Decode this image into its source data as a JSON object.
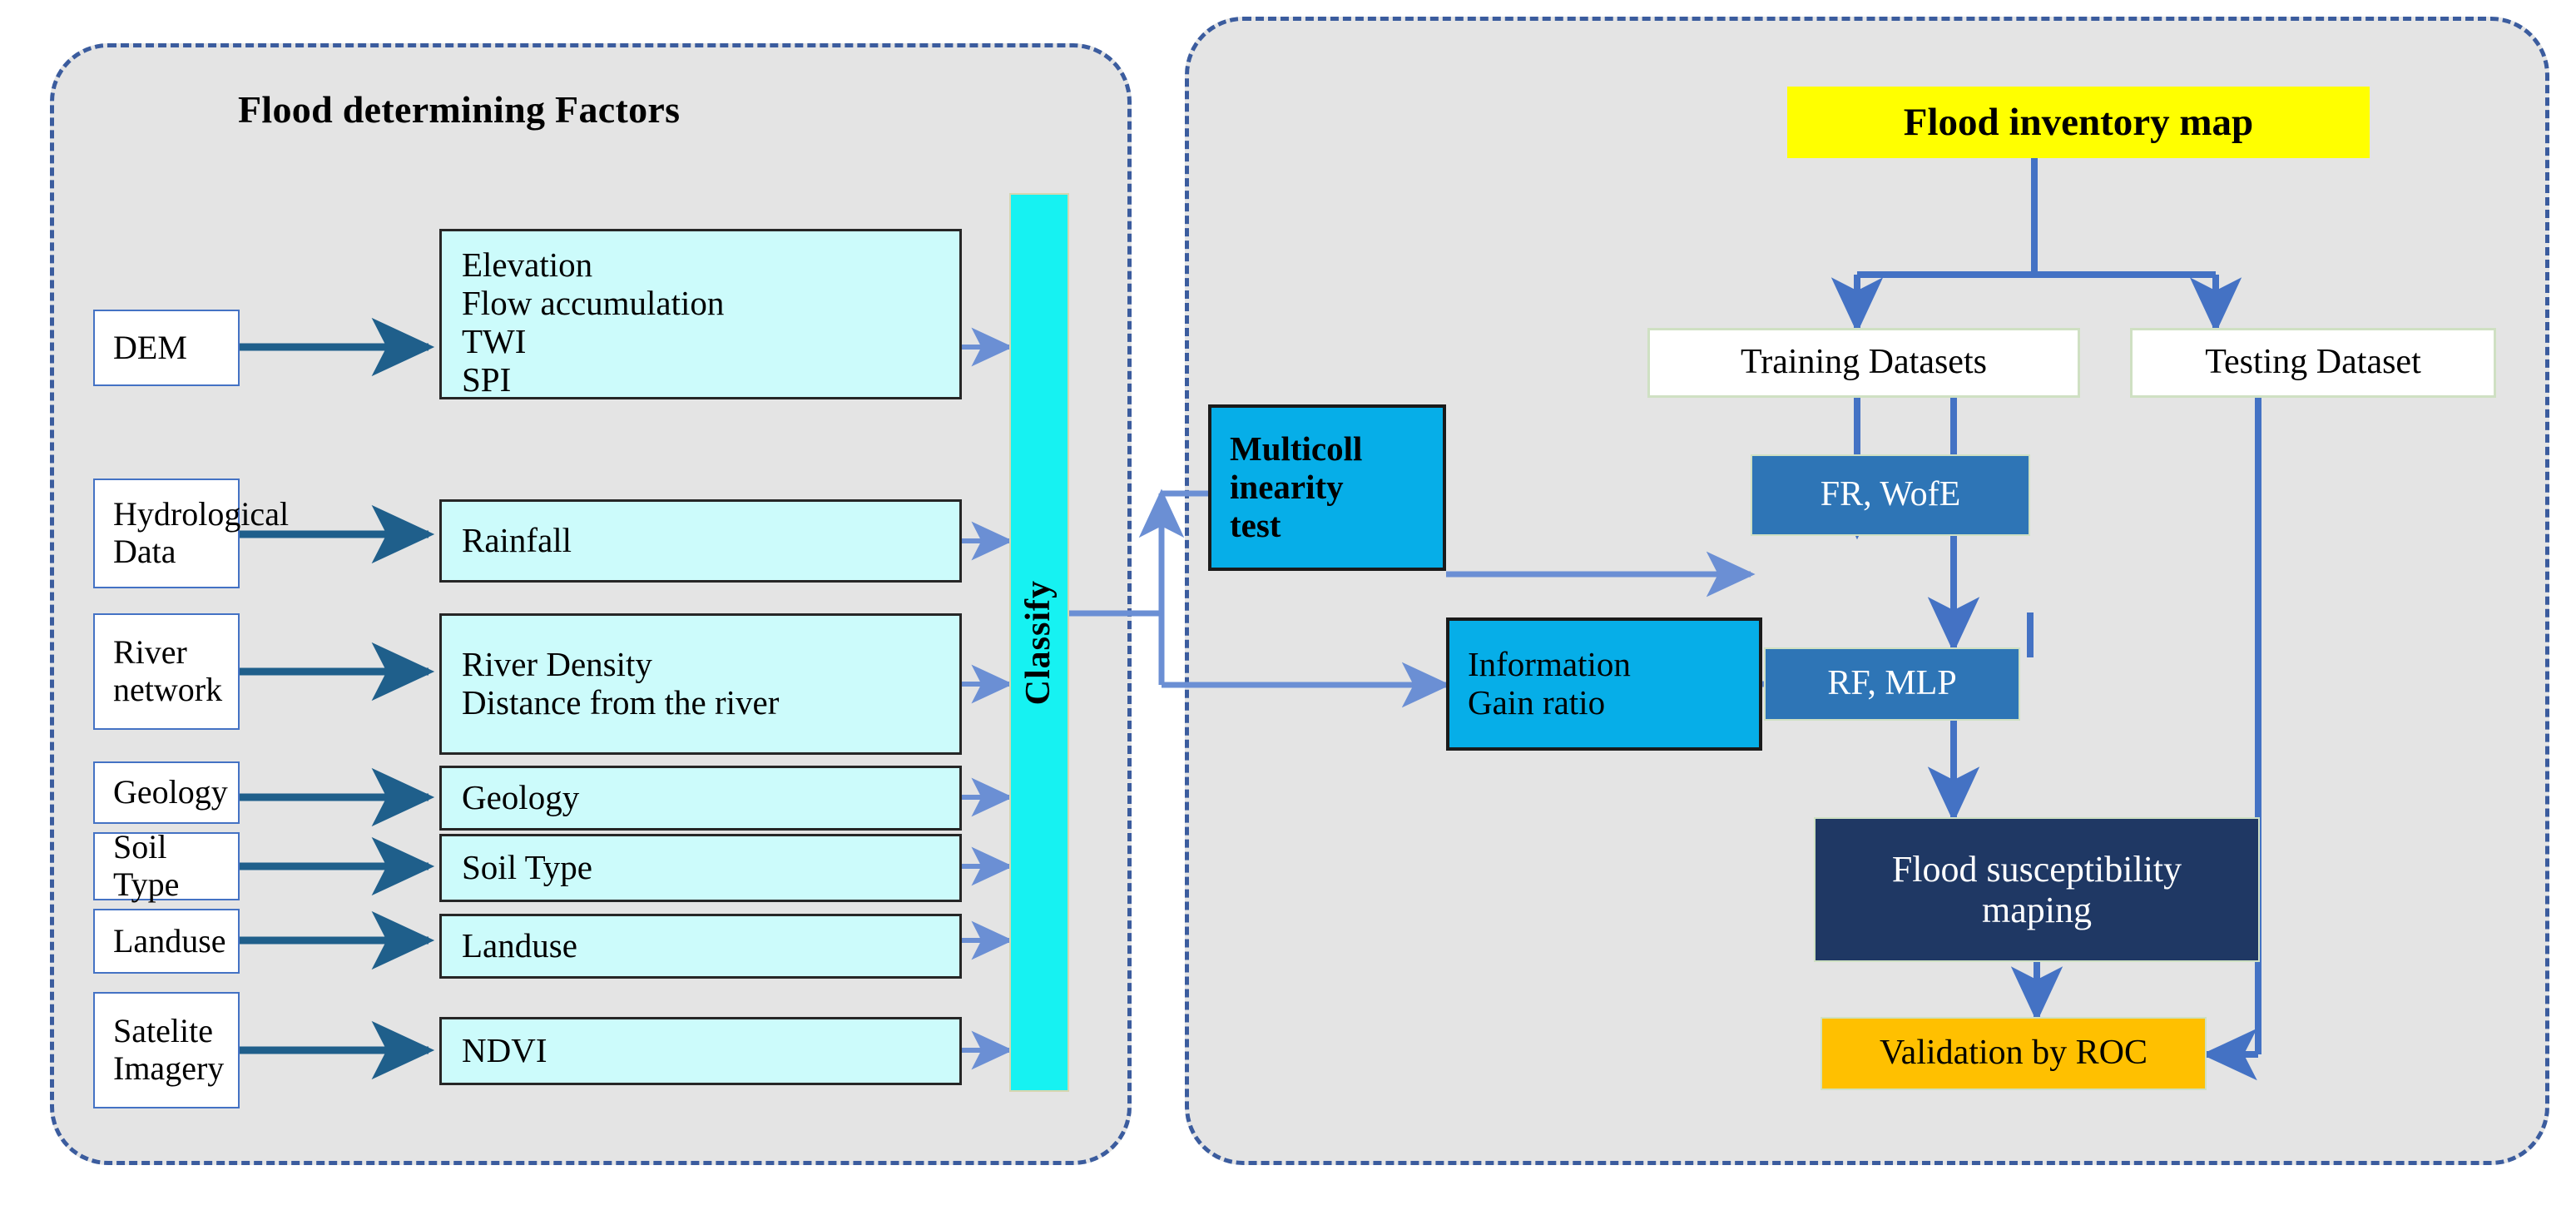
{
  "colors": {
    "panel_fill": "#e4e4e4",
    "panel_border": "#3b5c9e",
    "source_border": "#4472c4",
    "factor_fill": "#ccfbfb",
    "classify_fill": "#16f2f2",
    "inventory_fill": "#ffff00",
    "process_fill": "#06aee8",
    "model_fill": "#2e75b6",
    "navy_fill": "#1f3864",
    "amber_fill": "#ffc000",
    "arrow_dark": "#1f5f8b",
    "arrow_light": "#6b8fd4",
    "arrow_blue": "#4472c4"
  },
  "left_panel": {
    "heading": "Flood determining Factors",
    "sources": [
      {
        "label": "DEM"
      },
      {
        "label": "Hydrological\nData"
      },
      {
        "label": "River\nnetwork"
      },
      {
        "label": "Geology"
      },
      {
        "label": "Soil Type"
      },
      {
        "label": "Landuse"
      },
      {
        "label": "Satelite\nImagery"
      }
    ],
    "factors": [
      {
        "label": "Elevation\nFlow accumulation\nTWI\nSPI"
      },
      {
        "label": "Rainfall"
      },
      {
        "label": "River Density\nDistance from the river"
      },
      {
        "label": "Geology"
      },
      {
        "label": "Soil Type"
      },
      {
        "label": "Landuse"
      },
      {
        "label": "NDVI"
      }
    ],
    "classify_label": "Classify"
  },
  "right_panel": {
    "inventory_label": "Flood inventory map",
    "training_label": "Training  Datasets",
    "testing_label": "Testing  Dataset",
    "multicollinearity_label": "Multicoll\ninearity\ntest",
    "information_gain_label": "Information\nGain ratio",
    "fr_wofe_label": "FR, WofE",
    "rf_mlp_label": "RF, MLP",
    "susceptibility_label": "Flood susceptibility\nmaping",
    "validation_label": "Validation by ROC"
  }
}
